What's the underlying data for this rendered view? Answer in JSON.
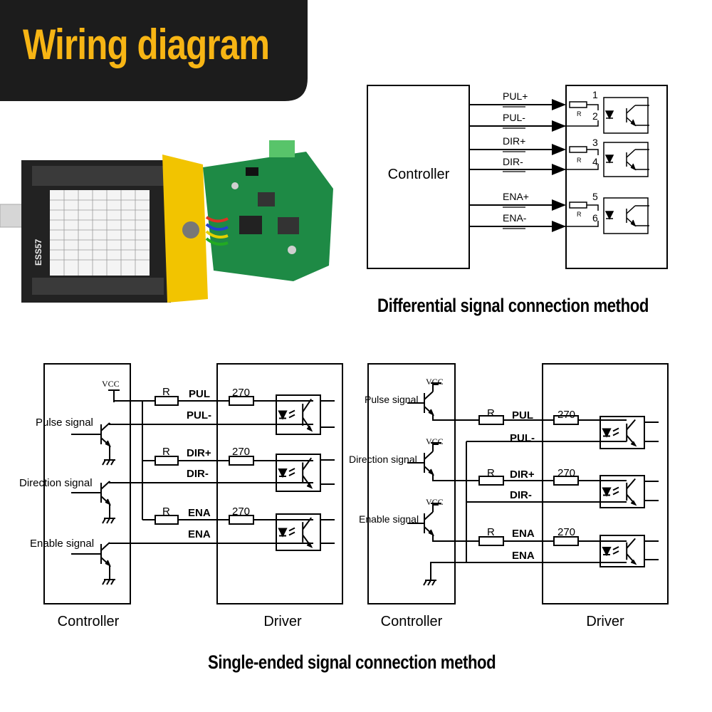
{
  "header": {
    "title": "Wiring diagram"
  },
  "colors": {
    "banner_bg": "#1c1c1c",
    "title_accent": "#f7b514",
    "motor_yellow": "#f2c400",
    "pcb_green": "#1e8a45"
  },
  "product": {
    "model_label": "ESS57"
  },
  "differential": {
    "caption": "Differential signal connection method",
    "controller_label": "Controller",
    "signals": [
      "PUL+",
      "PUL-",
      "DIR+",
      "DIR-",
      "ENA+",
      "ENA-"
    ],
    "pins": [
      "1",
      "2",
      "3",
      "4",
      "5",
      "6"
    ],
    "resistor_label": "R"
  },
  "single_ended": {
    "caption": "Single-ended signal connection method",
    "left": {
      "vcc": "VCC",
      "inputs": [
        "Pulse signal",
        "Direction signal",
        "Enable signal"
      ],
      "resistor_label": "R",
      "signals": [
        "PUL",
        "PUL-",
        "DIR+",
        "DIR-",
        "ENA",
        "ENA"
      ],
      "driver_resistor": "270",
      "controller_label": "Controller",
      "driver_label": "Driver"
    },
    "right": {
      "vcc": "VCC",
      "inputs": [
        "Pulse signal",
        "Direction signal",
        "Enable signal"
      ],
      "resistor_label": "R",
      "signals": [
        "PUL",
        "PUL-",
        "DIR+",
        "DIR-",
        "ENA",
        "ENA"
      ],
      "driver_resistor": "270",
      "controller_label": "Controller",
      "driver_label": "Driver"
    }
  }
}
